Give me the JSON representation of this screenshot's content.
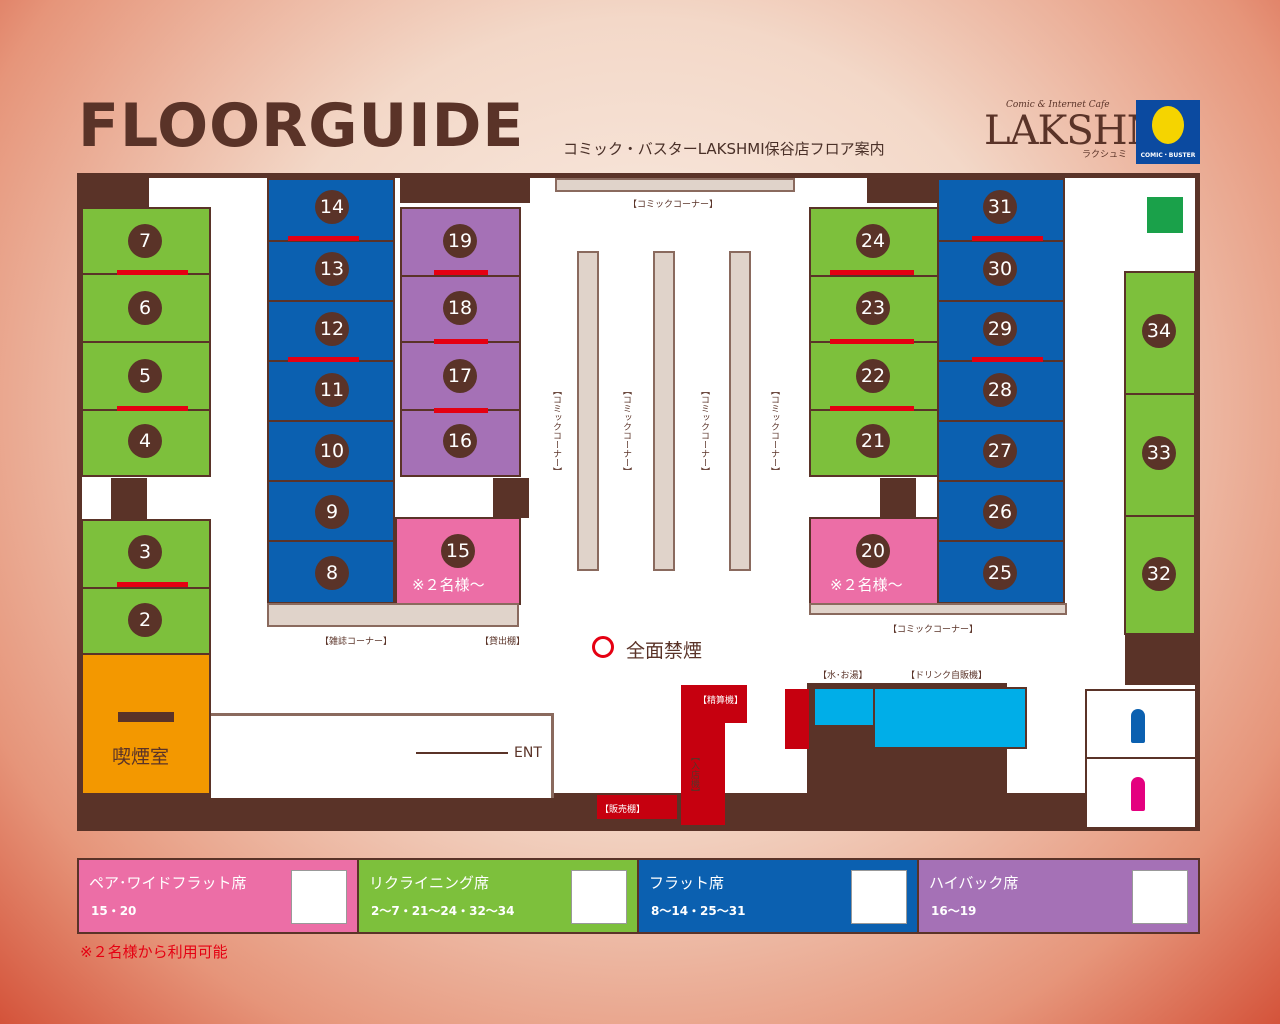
{
  "header": {
    "title": "FLOORGUIDE",
    "subtitle": "コミック・バスターLAKSHMI保谷店フロア案内"
  },
  "logos": {
    "lakshmi_tagline": "Comic & Internet Cafe",
    "lakshmi_name": "LAKSHMI",
    "lakshmi_kana": "ラクシュミ",
    "comic_buster": "COMIC・BUSTER"
  },
  "labels": {
    "comic_corner_top": "【コミックコーナー】",
    "comic_corner_right": "【コミックコーナー】",
    "comic_corner_vertical": "【コミックコーナー】",
    "magazine_corner": "【雑誌コーナー】",
    "rental_shelf": "【貸出棚】",
    "no_smoking": "全面禁煙",
    "smoking_room": "喫煙室",
    "entrance": "ENT",
    "water": "【水･お湯】",
    "drink_machine": "【ドリンク自販機】",
    "payment_machine": "【精算機】",
    "entry_machine": "【入店機】",
    "sales_shelf": "【販売棚】",
    "two_people": "※２名様～"
  },
  "seats": {
    "s2": "2",
    "s3": "3",
    "s4": "4",
    "s5": "5",
    "s6": "6",
    "s7": "7",
    "s8": "8",
    "s9": "9",
    "s10": "10",
    "s11": "11",
    "s12": "12",
    "s13": "13",
    "s14": "14",
    "s15": "15",
    "s16": "16",
    "s17": "17",
    "s18": "18",
    "s19": "19",
    "s20": "20",
    "s21": "21",
    "s22": "22",
    "s23": "23",
    "s24": "24",
    "s25": "25",
    "s26": "26",
    "s27": "27",
    "s28": "28",
    "s29": "29",
    "s30": "30",
    "s31": "31",
    "s32": "32",
    "s33": "33",
    "s34": "34"
  },
  "legend": {
    "pair": {
      "title": "ペア･ワイドフラット席",
      "seats": "15・20"
    },
    "reclining": {
      "title": "リクライニング席",
      "seats": "2〜7・21〜24・32〜34"
    },
    "flat": {
      "title": "フラット席",
      "seats": "8〜14・25〜31"
    },
    "highback": {
      "title": "ハイバック席",
      "seats": "16〜19"
    },
    "note": "※２名様から利用可能"
  },
  "colors": {
    "reclining": "#7dc03c",
    "flat": "#0b60b0",
    "highback": "#a571b6",
    "pair": "#ec6ea6",
    "smoking": "#f39800",
    "wall": "#5a3328",
    "separator": "#e50012"
  }
}
